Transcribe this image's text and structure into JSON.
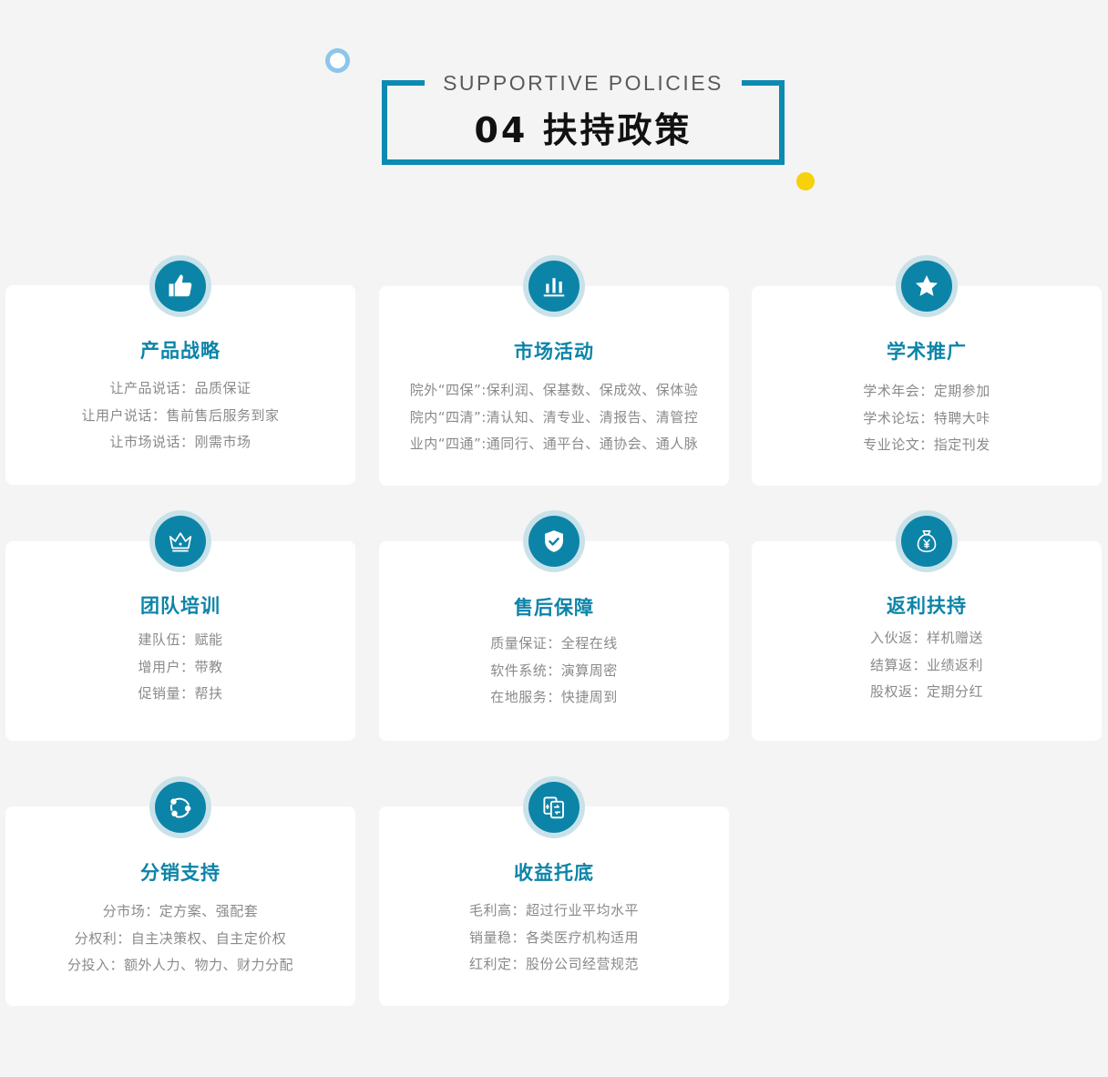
{
  "header": {
    "en_title": "SUPPORTIVE POLICIES",
    "cn_title": "04 扶持政策"
  },
  "colors": {
    "accent": "#0c84a8",
    "ring": "#8cc6ea",
    "dot": "#f6d10c"
  },
  "cards": [
    {
      "icon": "thumbs-up-icon",
      "title": "产品战略",
      "lines": [
        "让产品说话：品质保证",
        "让用户说话：售前售后服务到家",
        "让市场说话：刚需市场"
      ]
    },
    {
      "icon": "bar-chart-icon",
      "title": "市场活动",
      "lines": [
        "院外“四保”:保利润、保基数、保成效、保体验",
        "院内“四清”:清认知、清专业、清报告、清管控",
        "业内“四通”:通同行、通平台、通协会、通人脉"
      ]
    },
    {
      "icon": "star-icon",
      "title": "学术推广",
      "lines": [
        "学术年会：定期参加",
        "学术论坛：特聘大咔",
        "专业论文：指定刊发"
      ]
    },
    {
      "icon": "crown-icon",
      "title": "团队培训",
      "lines": [
        "建队伍：赋能",
        "增用户：带教",
        "促销量：帮扶"
      ]
    },
    {
      "icon": "shield-check-icon",
      "title": "售后保障",
      "lines": [
        "质量保证：全程在线",
        "软件系统：演算周密",
        "在地服务：快捷周到"
      ]
    },
    {
      "icon": "money-bag-icon",
      "title": "返利扶持",
      "lines": [
        "入伙返：样机赠送",
        "结算返：业绩返利",
        "股权返：定期分红"
      ]
    },
    {
      "icon": "distribution-icon",
      "title": "分销支持",
      "lines": [
        "分市场：定方案、强配套",
        "分权利：自主决策权、自主定价权",
        "分投入：额外人力、物力、财力分配"
      ]
    },
    {
      "icon": "revenue-icon",
      "title": "收益托底",
      "lines": [
        "毛利高：超过行业平均水平",
        "销量稳：各类医疗机构适用",
        "红利定：股份公司经营规范"
      ]
    }
  ]
}
